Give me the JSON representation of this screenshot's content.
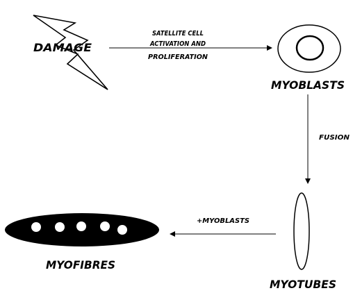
{
  "labels": {
    "damage": "DAMAGE",
    "activation_line1": "SATELLITE CELL",
    "activation_line2": "ACTIVATION AND",
    "activation_line3": "PROLIFERATION",
    "myoblasts": "MYOBLASTS",
    "fusion": "FUSION",
    "plus_myoblasts": "+MYOBLASTS",
    "myotubes": "MYOTUBES",
    "myofibres": "MYOFIBRES"
  },
  "icons": {
    "damage": "lightning-bolt-icon",
    "myoblast": "myoblast-cell-icon",
    "myotube": "myotube-icon",
    "myofibre": "myofibre-icon"
  },
  "colors": {
    "ink": "#000000",
    "paper": "#ffffff"
  }
}
